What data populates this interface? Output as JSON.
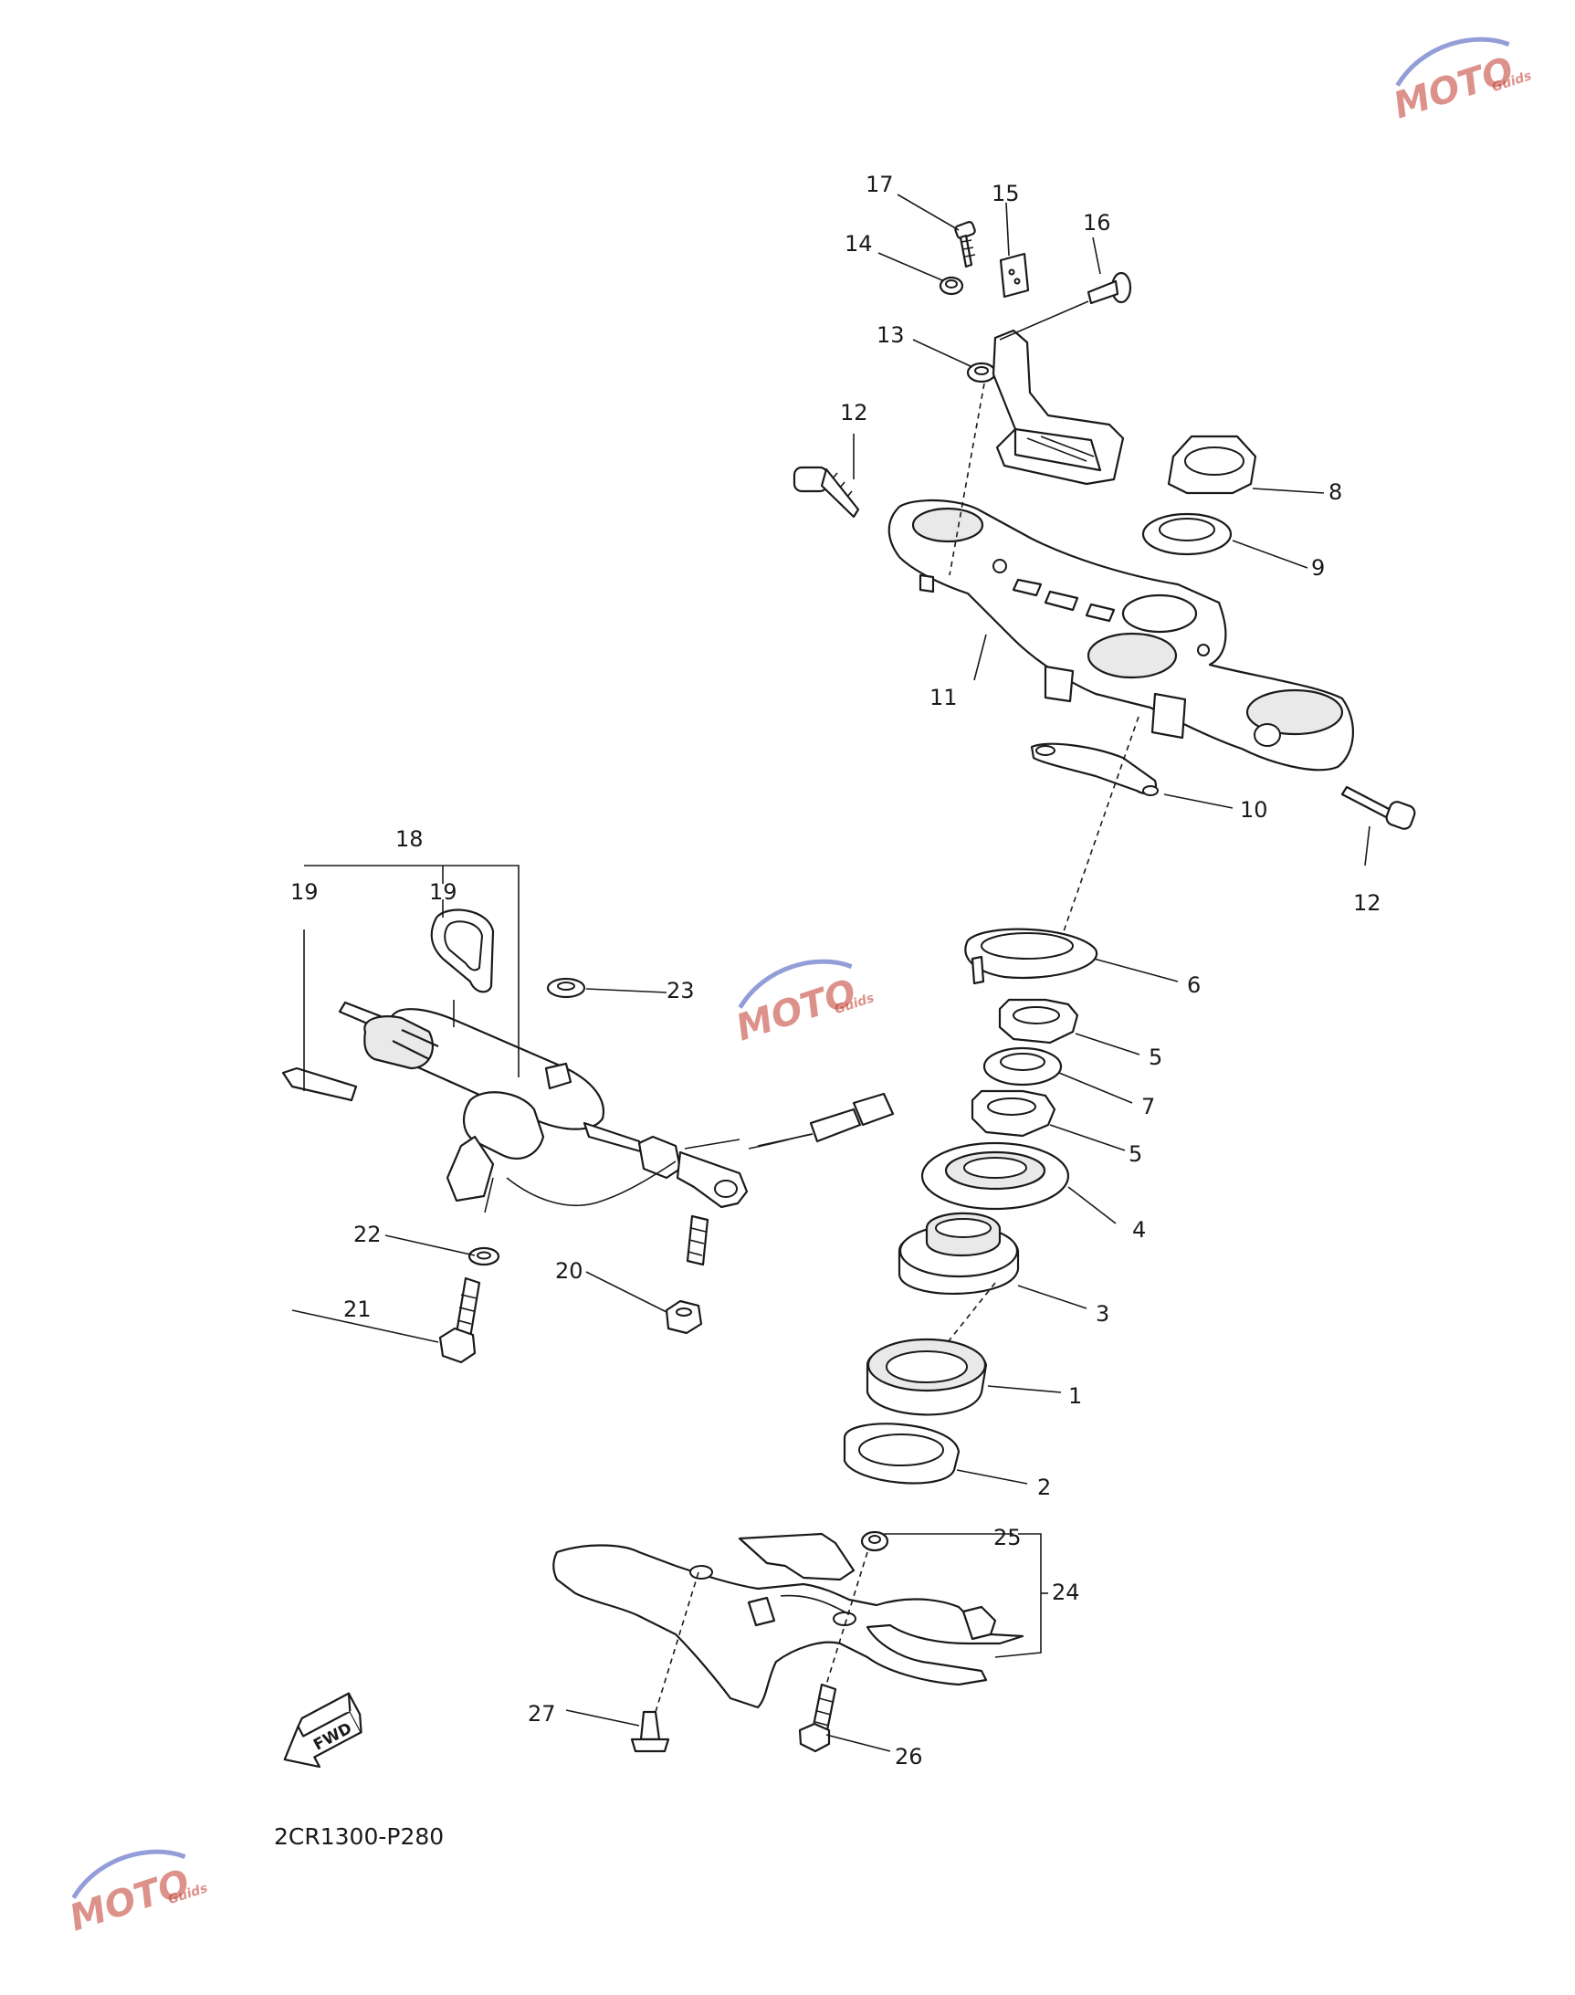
{
  "diagram_code": "2CR1300-P280",
  "fwd_label": "FWD",
  "watermark": {
    "text": "MOTO",
    "sub": "Guids",
    "accent": "#c0392b",
    "brand": "#3b4fb8"
  },
  "callouts": {
    "c1": "1",
    "c2": "2",
    "c3": "3",
    "c4": "4",
    "c5a": "5",
    "c5b": "5",
    "c6": "6",
    "c7": "7",
    "c8": "8",
    "c9": "9",
    "c10": "10",
    "c11": "11",
    "c12a": "12",
    "c12b": "12",
    "c13": "13",
    "c14": "14",
    "c15": "15",
    "c16": "16",
    "c17": "17",
    "c18": "18",
    "c19a": "19",
    "c19b": "19",
    "c20": "20",
    "c21": "21",
    "c22": "22",
    "c23": "23",
    "c24": "24",
    "c25": "25",
    "c26": "26",
    "c27": "27"
  }
}
